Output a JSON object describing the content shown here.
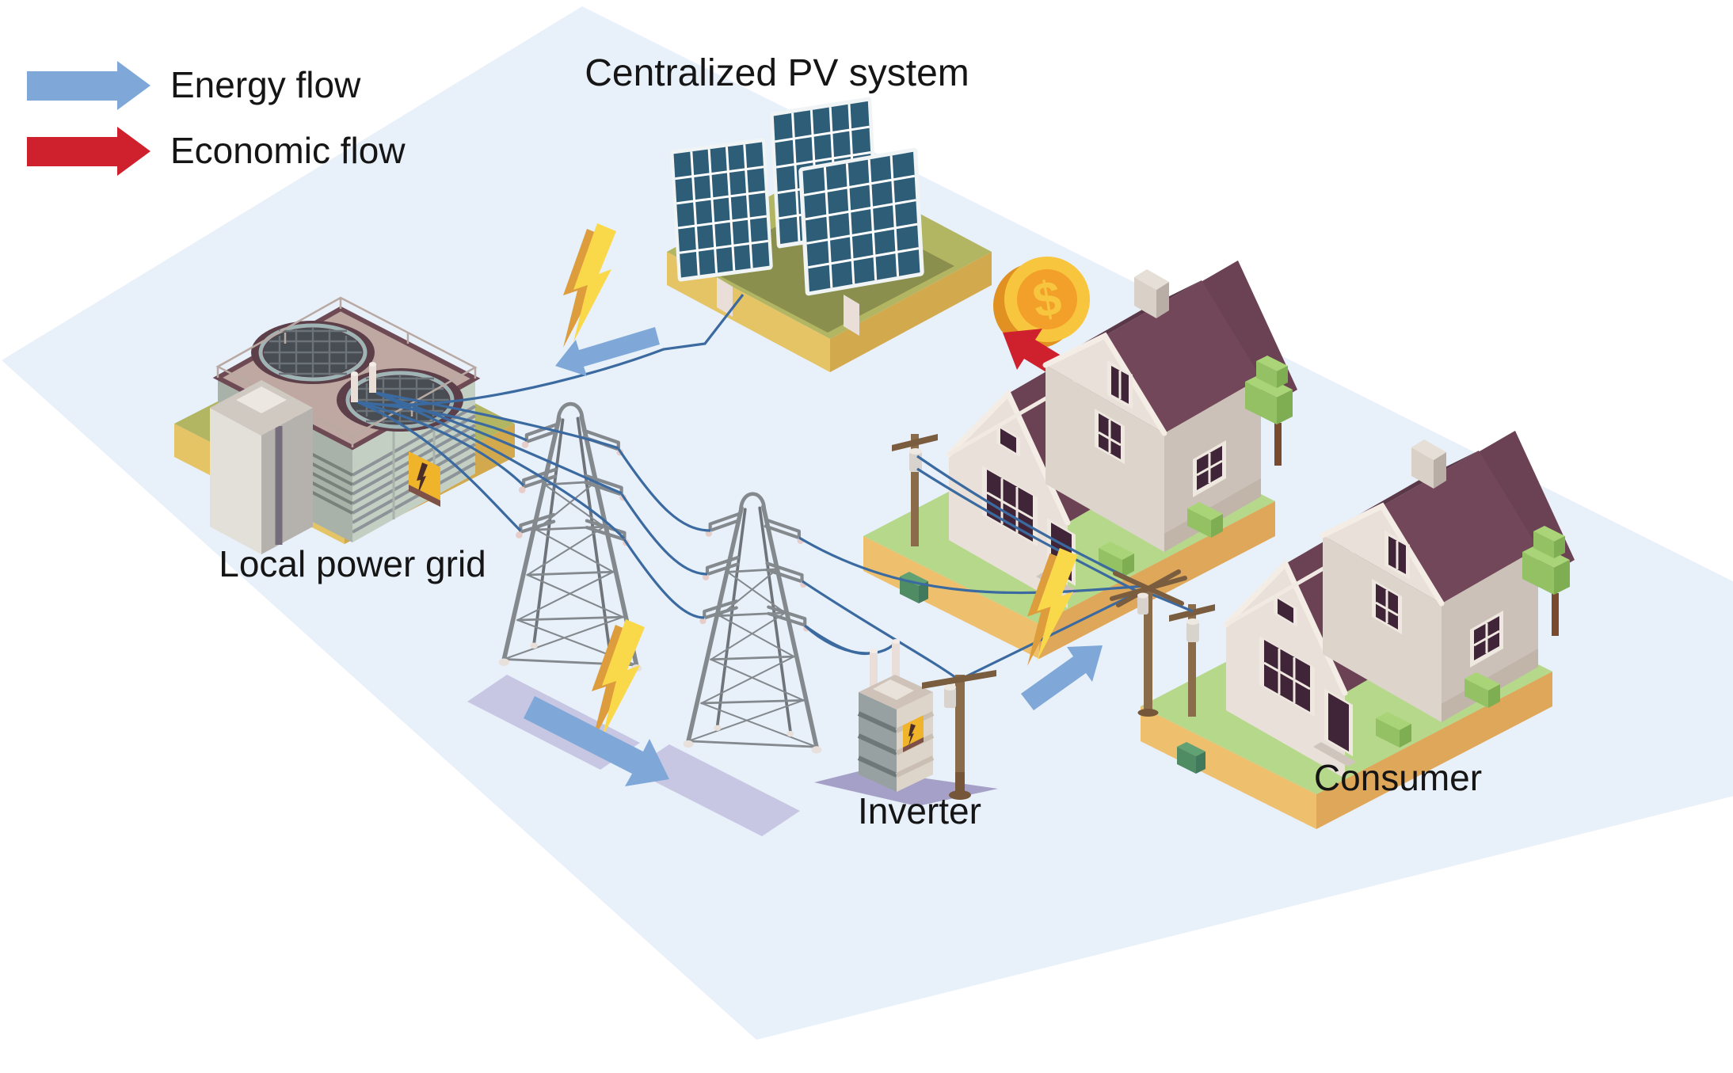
{
  "legend": {
    "items": [
      {
        "id": "energy",
        "label": "Energy flow",
        "color": "#7fa8d9"
      },
      {
        "id": "economic",
        "label": "Economic flow",
        "color": "#cf202e"
      }
    ]
  },
  "labels": {
    "pv_system": "Centralized PV system",
    "power_grid": "Local power grid",
    "inverter": "Inverter",
    "consumer": "Consumer"
  },
  "symbols": {
    "currency": "$"
  },
  "colors": {
    "background": "#e8f0f9",
    "energy": "#7fa8d9",
    "economic": "#cf202e",
    "lightning": "#f9d84a",
    "lightning_side": "#dd9d3c",
    "wire": "#3b6aa0",
    "coin_gold": "#f8c63e",
    "coin_face": "#f3a02a",
    "panel": "#2e5d78",
    "text": "#151515"
  }
}
